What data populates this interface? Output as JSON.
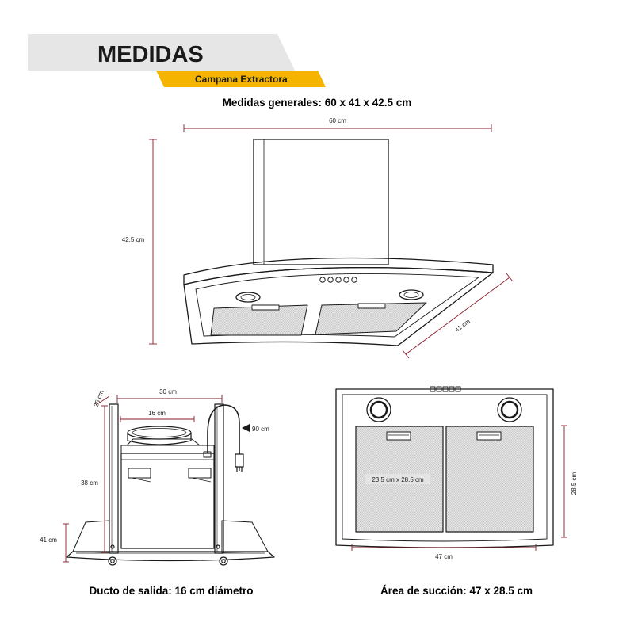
{
  "header": {
    "title": "MEDIDAS",
    "subtitle": "Campana Extractora",
    "accent_color": "#F5B400",
    "banner_color": "#E6E6E6"
  },
  "general": {
    "heading": "Medidas generales: 60 x 41 x 42.5 cm",
    "width": "60 cm",
    "height": "42.5 cm",
    "depth": "41 cm"
  },
  "side_view": {
    "top_width": "30 cm",
    "duct_diameter": "16 cm",
    "cable_length": "90 cm",
    "corner": "25 cm",
    "body_height": "38 cm",
    "depth": "41 cm",
    "caption": "Ducto de salida: 16 cm diámetro"
  },
  "bottom_view": {
    "filter_size": "23.5 cm x 28.5 cm",
    "height": "28.5 cm",
    "width": "47 cm",
    "caption": "Área de succión: 47 x 28.5 cm"
  },
  "colors": {
    "dimension_line": "#8B1A2B",
    "outline": "#1a1a1a",
    "filter": "#d9d9d9"
  }
}
